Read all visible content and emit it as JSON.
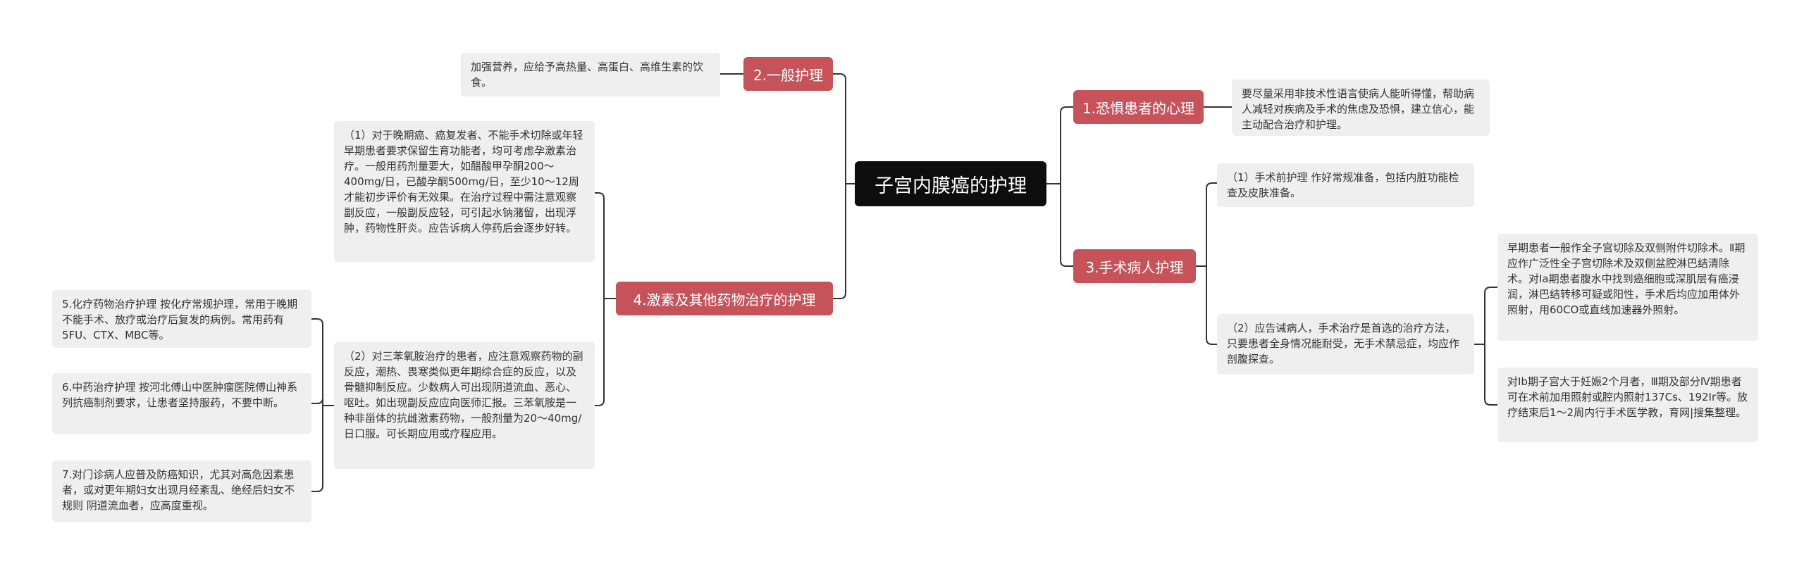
{
  "colors": {
    "root_bg": "#0d0d0d",
    "branch_bg": "#c6535a",
    "leaf_bg": "#efefef",
    "line": "#333333"
  },
  "root": {
    "label": "子宫内膜癌的护理"
  },
  "branches": {
    "b1": {
      "label": "1.恐惧患者的心理"
    },
    "b2": {
      "label": "2.一般护理"
    },
    "b3": {
      "label": "3.手术病人护理"
    },
    "b4": {
      "label": "4.激素及其他药物治疗的护理"
    }
  },
  "leaves": {
    "b1_l1": "要尽量采用非技术性语言使病人能听得懂，帮助病人减轻对疾病及手术的焦虑及恐惧，建立信心，能主动配合治疗和护理。",
    "b2_l1": "加强营养，应给予高热量、高蛋白、高维生素的饮食。",
    "b3_l1": "（1）手术前护理 作好常规准备，包括内脏功能检查及皮肤准备。",
    "b3_l2": "（2）应告诫病人，手术治疗是首选的治疗方法，只要患者全身情况能耐受，无手术禁忌症，均应作剖腹探查。",
    "b3_l2_c1": "早期患者一般作全子宫切除及双侧附件切除术。Ⅱ期应作广泛性全子宫切除术及双侧盆腔淋巴结清除术。对Ⅰa期患者腹水中找到癌细胞或深肌层有癌浸润，淋巴结转移可疑或阳性，手术后均应加用体外照射，用60CO或直线加速器外照射。",
    "b3_l2_c2": "对Ⅰb期子宫大于妊娠2个月者，Ⅲ期及部分Ⅳ期患者可在术前加用照射或腔内照射137Cs、192Ir等。放疗结束后1～2周内行手术医学教，育网|搜集整理。",
    "b4_l1": "（1）对于晚期癌、癌复发者、不能手术切除或年轻早期患者要求保留生育功能者，均可考虑孕激素治疗。一般用药剂量要大，如醋酸甲孕酮200～400mg/日，已酸孕酮500mg/日，至少10～12周才能初步评价有无效果。在治疗过程中需注意观察副反应，一般副反应轻，可引起水钠潴留，出现浮肿，药物性肝炎。应告诉病人停药后会逐步好转。",
    "b4_l2": "（2）对三苯氧胺治疗的患者，应注意观察药物的副反应，潮热、畏寒类似更年期综合症的反应，以及骨髓抑制反应。少数病人可出现阴道流血、恶心、呕吐。如出现副反应应向医师汇报。三苯氧胺是一种非甾体的抗雌激素药物，一般剂量为20～40mg/日口服。可长期应用或疗程应用。",
    "b4_l2_c1": "5.化疗药物治疗护理 按化疗常规护理，常用于晚期不能手术、放疗或治疗后复发的病例。常用药有5FU、CTX、MBC等。",
    "b4_l2_c2": "6.中药治疗护理 按河北傅山中医肿瘤医院傅山神系列抗癌制剂要求，让患者坚持服药，不要中断。",
    "b4_l2_c3": "7.对门诊病人应普及防癌知识，尤其对高危因素患者，或对更年期妇女出现月经紊乱、绝经后妇女不规则 阴道流血者，应高度重视。"
  }
}
